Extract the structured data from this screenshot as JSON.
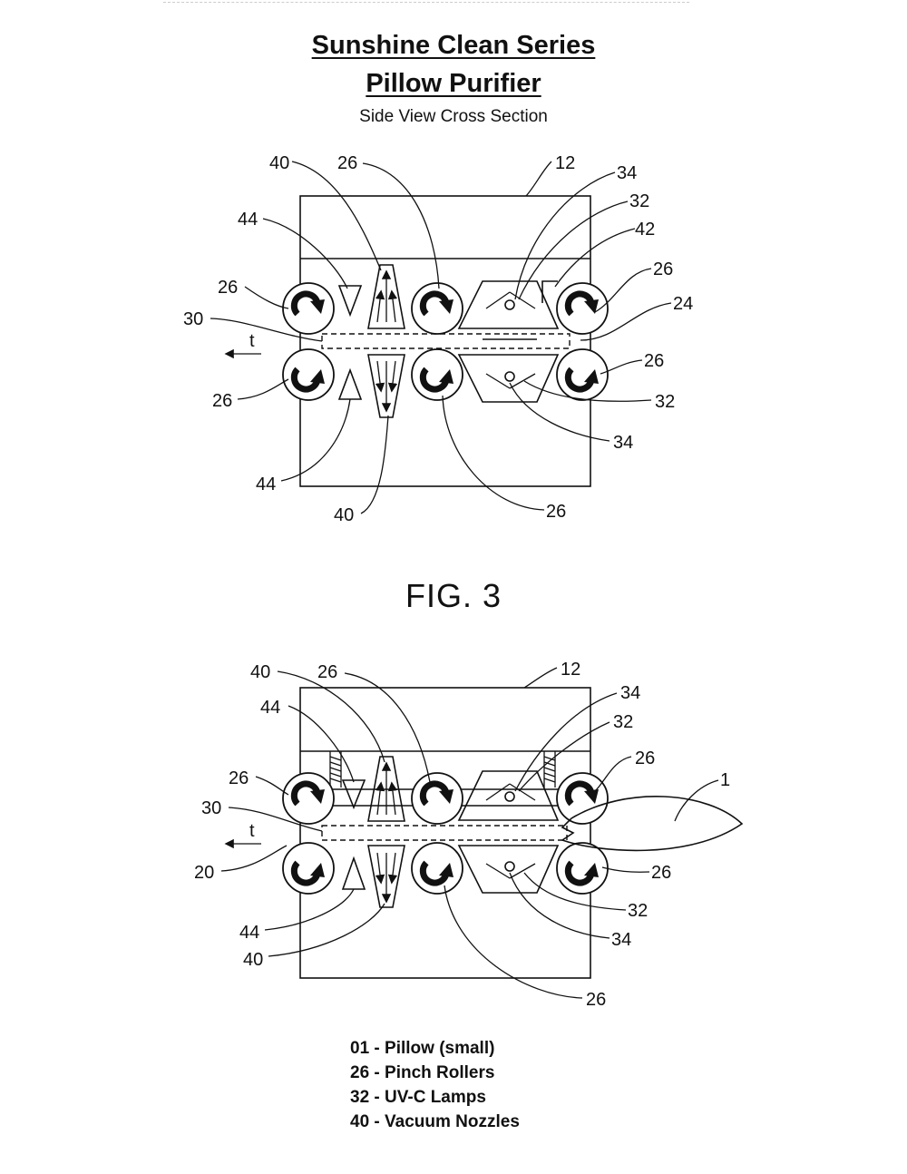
{
  "header": {
    "title_line1": "Sunshine Clean Series",
    "title_line2": "Pillow Purifier",
    "subtitle": "Side View Cross Section"
  },
  "figure_label": "FIG. 3",
  "diagram_top": {
    "labels": {
      "n40a": "40",
      "n26a": "26",
      "n12": "12",
      "n34a": "34",
      "n32a": "32",
      "n42": "42",
      "n44a": "44",
      "n26b": "26",
      "n24": "24",
      "n26c": "26",
      "n30": "30",
      "t": "t",
      "n26d": "26",
      "n26e": "26",
      "n32b": "32",
      "n34b": "34",
      "n44b": "44",
      "n40b": "40",
      "n26f": "26"
    }
  },
  "diagram_bottom": {
    "labels": {
      "n40a": "40",
      "n26a": "26",
      "n12": "12",
      "n34a": "34",
      "n32a": "32",
      "n44a": "44",
      "n26b": "26",
      "n1": "1",
      "n26c": "26",
      "n30": "30",
      "t": "t",
      "n20": "20",
      "n26d": "26",
      "n32b": "32",
      "n34b": "34",
      "n44b": "44",
      "n40b": "40",
      "n26e": "26"
    }
  },
  "legend": [
    "01 - Pillow (small)",
    "26 - Pinch Rollers",
    "32 - UV-C Lamps",
    "40 - Vacuum Nozzles"
  ]
}
